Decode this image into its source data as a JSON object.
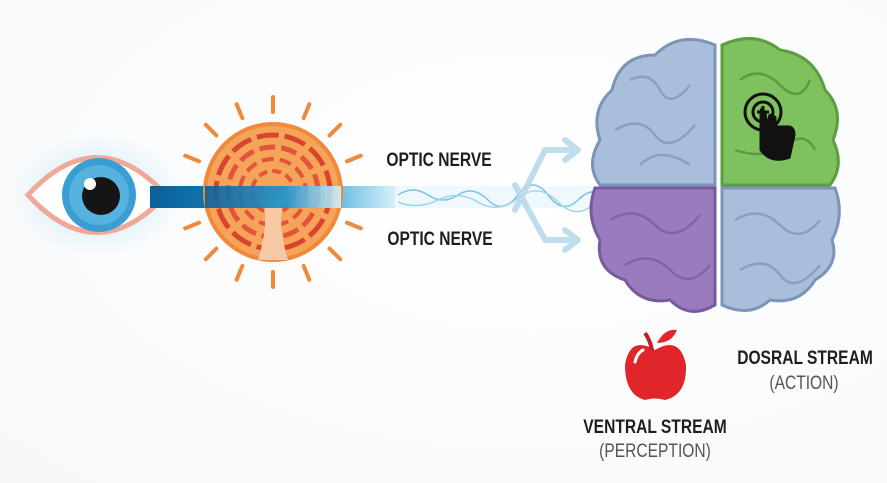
{
  "labels": {
    "optic_nerve_top": "OPTIC NERVE",
    "optic_nerve_bottom": "OPTIC NERVE",
    "dorsal_title": "DOSRAL STREAM",
    "dorsal_sub": "(ACTION)",
    "ventral_title": "VENTRAL STREAM",
    "ventral_sub": "(PERCEPTION)"
  },
  "icons": [
    "eye-icon",
    "retina-icon",
    "brain-icon",
    "pointing-hand-icon",
    "apple-icon"
  ],
  "colors": {
    "eye_iris": "#3a9ed3",
    "nerve": "#0b6ea8",
    "retina": "#f39244",
    "brain_blue": "#a9bedb",
    "brain_green": "#7fc15e",
    "brain_purple": "#9a7bbd",
    "apple": "#e0262b"
  }
}
